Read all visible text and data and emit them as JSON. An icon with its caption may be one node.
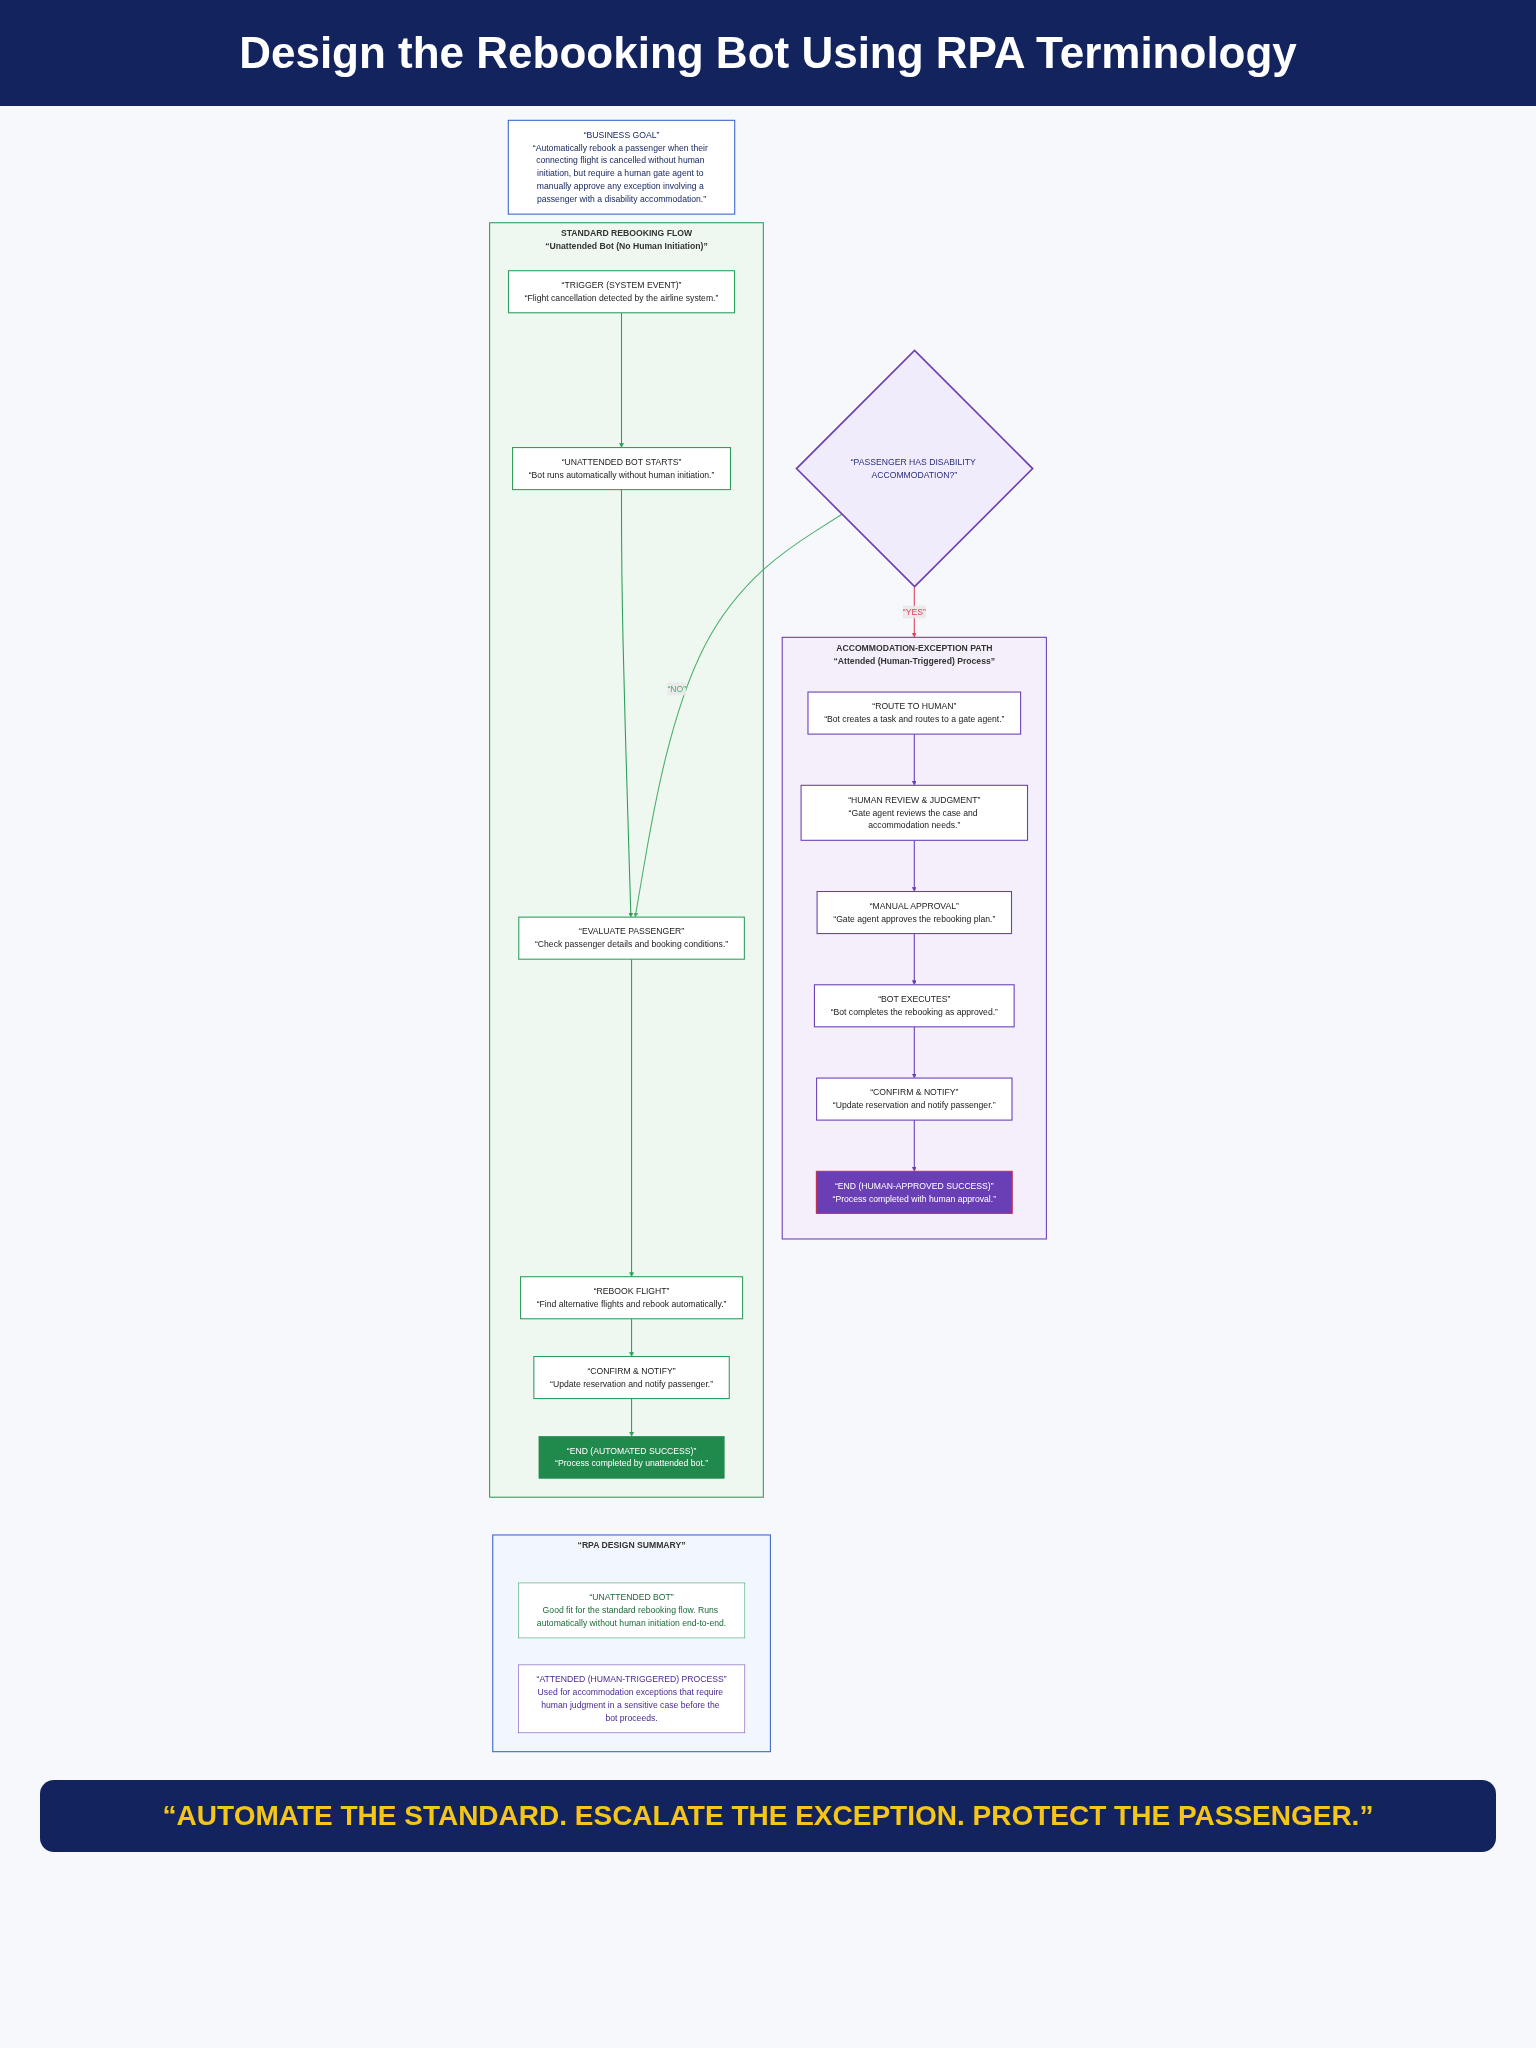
{
  "diagram": {
    "title": "Design the Rebooking Bot Using RPA Terminology",
    "nodes": [
      {
        "text": [
          "“BUSINESS GOAL”",
          "“Automatically rebook a passenger when their connecting flight is cancelled without human initiation, but require a human gate agent to manually approve any exception involving a passenger with a disability accommodation.”"
        ]
      },
      {
        "text": [
          "STANDARD REBOOKING FLOW",
          "“Unattended Bot (No Human Initiation)”"
        ]
      },
      {
        "text": [
          "“TRIGGER (SYSTEM EVENT)”",
          "“Flight cancellation detected by the airline system.”"
        ],
        "in": 1
      },
      {
        "text": [
          "“UNATTENDED BOT STARTS”",
          "“Bot runs automatically without human initiation.”"
        ],
        "in": 1
      },
      {
        "text": [
          "“EVALUATE PASSENGER”",
          "“Check passenger details and booking conditions.”"
        ],
        "in": 1
      },
      {
        "text": [
          "“REBOOK FLIGHT”",
          "“Find alternative flights and rebook automatically.”"
        ],
        "in": 1
      },
      {
        "text": [
          "“CONFIRM & NOTIFY”",
          "“Update reservation and notify passenger.”"
        ],
        "in": 1
      },
      {
        "text": [
          "“END (AUTOMATED SUCCESS)”",
          "“Process completed by unattended bot.”"
        ],
        "in": 1
      },
      {
        "text": [
          "“PASSENGER HAS DISABILITY ACCOMMODATION?”"
        ]
      },
      {
        "text": [
          "ACCOMMODATION-EXCEPTION PATH",
          "“Attended (Human-Triggered) Process”"
        ]
      },
      {
        "text": [
          "“ROUTE TO HUMAN”",
          "“Bot creates a task and routes to a gate agent.”"
        ],
        "in": 9
      },
      {
        "text": [
          "“HUMAN REVIEW & JUDGMENT”",
          "“Gate agent reviews the case and accommodation needs.”"
        ],
        "in": 9
      },
      {
        "text": [
          "“MANUAL APPROVAL”",
          "“Gate agent approves the rebooking plan.”"
        ],
        "in": 9
      },
      {
        "text": [
          "“BOT EXECUTES”",
          "“Bot completes the rebooking as approved.”"
        ],
        "in": 9
      },
      {
        "text": [
          "“CONFIRM & NOTIFY”",
          "“Update reservation and notify passenger.”"
        ],
        "in": 9
      },
      {
        "text": [
          "“END (HUMAN-APPROVED SUCCESS)”",
          "“Process completed with human approval.”"
        ],
        "in": 9
      },
      {
        "text": [
          "“RPA DESIGN SUMMARY”"
        ]
      },
      {
        "text": [
          "“UNATTENDED BOT”",
          "Good fit for the standard rebooking flow. Runs automatically without human initiation end-to-end."
        ],
        "in": 16
      },
      {
        "text": [
          "“ATTENDED (HUMAN-TRIGGERED) PROCESS”",
          "Used for accommodation exceptions that require human judgment in a sensitive case before the bot proceeds."
        ],
        "in": 16
      }
    ],
    "edges": [
      {
        "from": 2,
        "to": 3,
        "arrow": "to",
        "color": "#2e9e5b"
      },
      {
        "from": 3,
        "to": 4,
        "arrow": "to",
        "color": "#2e9e5b"
      },
      {
        "from": 4,
        "to": 5,
        "arrow": "to",
        "color": "#2e9e5b"
      },
      {
        "from": 5,
        "to": 6,
        "arrow": "to",
        "color": "#2e9e5b"
      },
      {
        "from": 6,
        "to": 7,
        "arrow": "to",
        "color": "#2e9e5b"
      },
      {
        "from": 8,
        "to": 4,
        "arrow": "to",
        "label": "“NO”",
        "color": "#4caf6e"
      },
      {
        "from": 8,
        "to": 9,
        "arrow": "to",
        "label": "“YES”",
        "color": "#e0455f"
      },
      {
        "from": 10,
        "to": 11,
        "arrow": "to",
        "color": "#6a3fb5"
      },
      {
        "from": 11,
        "to": 12,
        "arrow": "to",
        "color": "#6a3fb5"
      },
      {
        "from": 12,
        "to": 13,
        "arrow": "to",
        "color": "#6a3fb5"
      },
      {
        "from": 13,
        "to": 14,
        "arrow": "to",
        "color": "#6a3fb5"
      },
      {
        "from": 14,
        "to": 15,
        "arrow": "to",
        "color": "#6a3fb5"
      }
    ],
    "labels": [
      "“AUTOMATE THE STANDARD. ESCALATE THE EXCEPTION. PROTECT THE PASSENGER.”"
    ]
  }
}
